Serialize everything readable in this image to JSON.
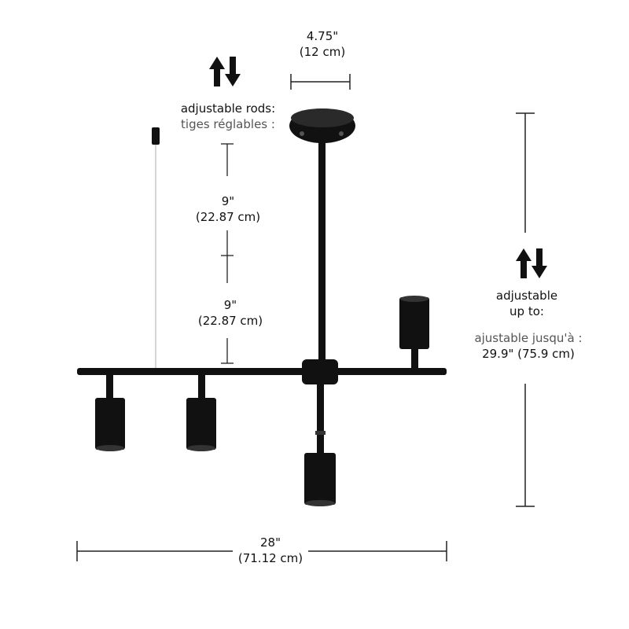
{
  "canopy_width": {
    "imperial": "4.75\"",
    "metric": "(12 cm)"
  },
  "rods": {
    "label_en": "adjustable rods:",
    "label_fr": "tiges réglables :",
    "rod1": {
      "imperial": "9\"",
      "metric": "(22.87 cm)"
    },
    "rod2": {
      "imperial": "9\"",
      "metric": "(22.87 cm)"
    }
  },
  "height": {
    "label_en_line1": "adjustable",
    "label_en_line2": "up to:",
    "label_fr": "ajustable jusqu'à :",
    "value": "29.9\" (75.9 cm)"
  },
  "width": {
    "imperial": "28\"",
    "metric": "(71.12 cm)"
  },
  "icons": [
    "up-down-arrows-icon",
    "up-down-arrows-icon"
  ],
  "colors": {
    "fixture": "#111111",
    "dimension_line": "#222222",
    "cord": "#bbbbbb"
  }
}
